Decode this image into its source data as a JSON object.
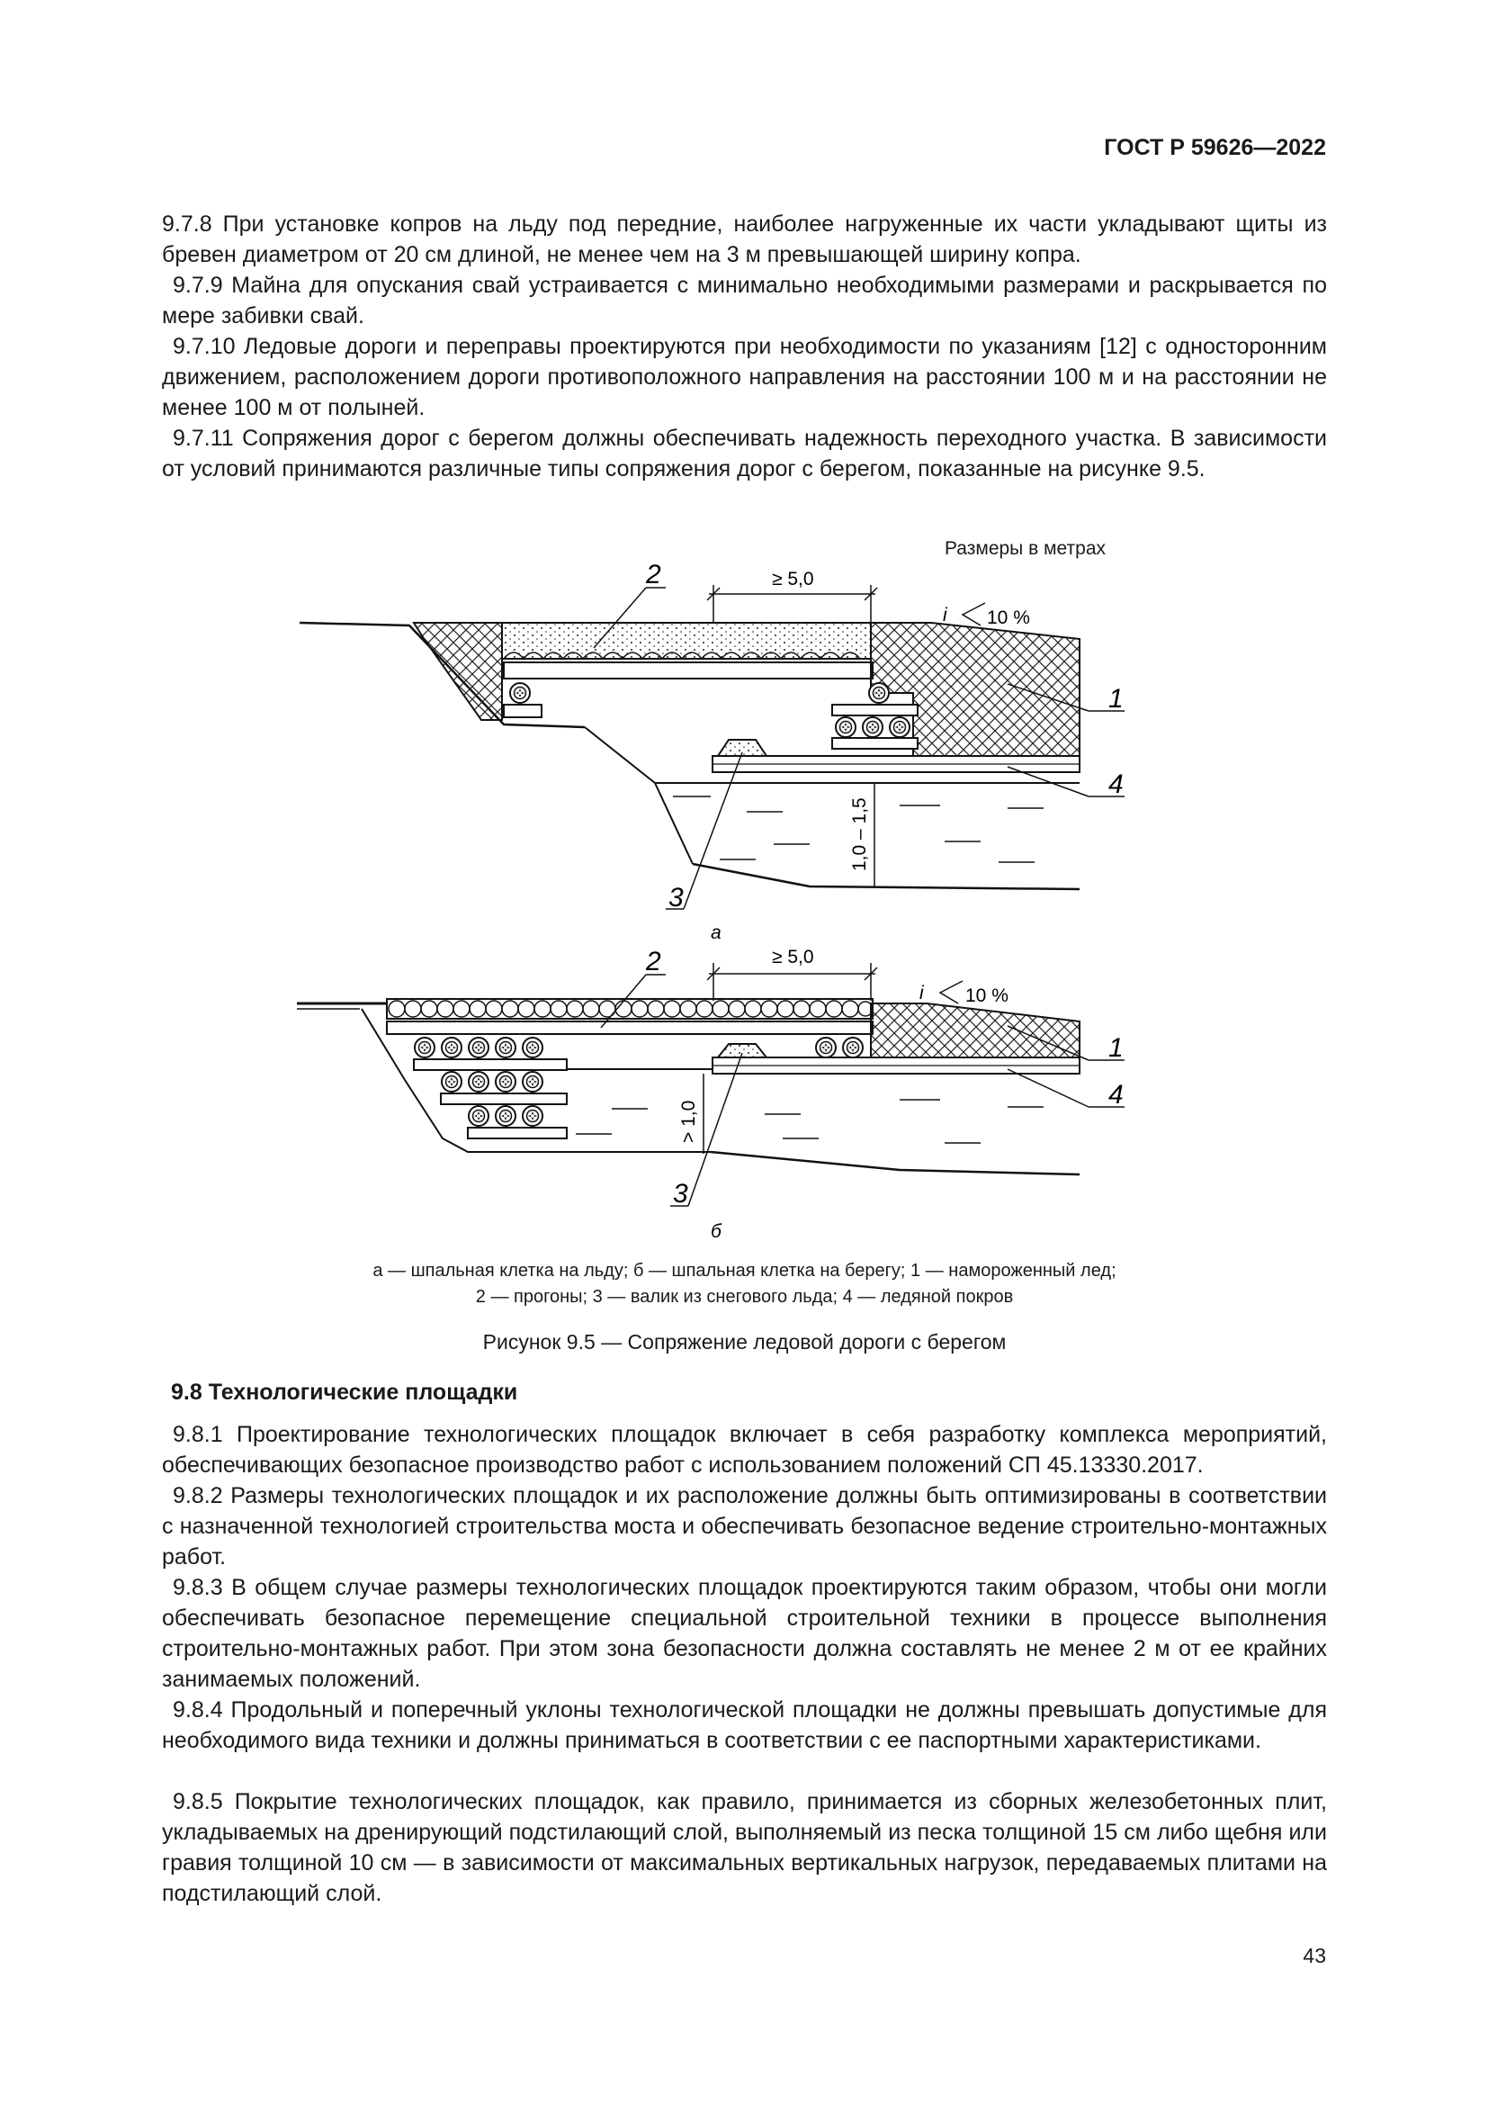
{
  "header": {
    "doc_number": "ГОСТ Р 59626—2022"
  },
  "paragraphs": [
    {
      "text": "9.7.8 При установке копров на льду под передние, наиболее нагруженные их части укладывают щиты из бревен диаметром от 20 см длиной, не менее чем на 3 м превышающей ширину копра."
    },
    {
      "text": "9.7.9 Майна для опускания свай устраивается с минимально необходимыми размерами и раскрывается по мере забивки свай."
    },
    {
      "text": "9.7.10 Ледовые дороги и переправы проектируются при необходимости по указаниям [12] с односторонним движением, расположением дороги противоположного направления на расстоянии 100 м и на расстоянии не менее 100 м от полыней."
    },
    {
      "text": "9.7.11 Сопряжения дорог с берегом должны обеспечивать надежность переходного участка. В зависимости от условий принимаются различные типы сопряжения дорог с берегом, показанные на рисунке 9.5."
    }
  ],
  "figure": {
    "units_note": "Размеры в метрах",
    "a": {
      "dim_width": "≥ 5,0",
      "slope_i": "i",
      "slope_value": "10 %",
      "dim_depth": "1,0 – 1,5",
      "callouts": [
        "1",
        "2",
        "3",
        "4"
      ],
      "label": "а"
    },
    "b": {
      "dim_width": "≥ 5,0",
      "slope_i": "i",
      "slope_value": "10 %",
      "dim_depth": "> 1,0",
      "callouts": [
        "1",
        "2",
        "3",
        "4"
      ],
      "label": "б"
    },
    "legend_line1": "а — шпальная клетка на льду; б — шпальная клетка на берегу; 1 — намороженный лед;",
    "legend_line2": "2 — прогоны; 3 — валик из снегового льда; 4 — ледяной покров",
    "caption": "Рисунок 9.5 — Сопряжение ледовой дороги с берегом"
  },
  "section": {
    "title": "9.8 Технологические площадки"
  },
  "section_paragraphs": [
    {
      "text": "9.8.1 Проектирование технологических площадок включает в себя разработку комплекса мероприятий, обеспечивающих безопасное производство работ с использованием положений СП 45.13330.2017."
    },
    {
      "text": "9.8.2 Размеры технологических площадок и их расположение должны быть оптимизированы в соответствии с назначенной технологией строительства моста и обеспечивать безопасное ведение строительно-монтажных работ."
    },
    {
      "text": "9.8.3 В общем случае размеры технологических площадок проектируются таким образом, чтобы они могли обеспечивать безопасное перемещение специальной строительной техники в процессе выполнения строительно-монтажных работ. При этом зона безопасности должна составлять не менее 2 м от ее крайних занимаемых положений."
    },
    {
      "text": "9.8.4 Продольный и поперечный уклоны технологической площадки не должны превышать допустимые для необходимого вида техники и должны приниматься в соответствии с ее паспортными характеристиками."
    },
    {
      "text": "9.8.5 Покрытие технологических площадок, как правило, принимается из сборных железобетонных плит, укладываемых на дренирующий подстилающий слой, выполняемый из песка толщиной 15 см либо щебня или гравия толщиной 10 см — в зависимости от максимальных вертикальных нагрузок, передаваемых плитами на подстилающий слой."
    }
  ],
  "page": {
    "number": "43"
  }
}
